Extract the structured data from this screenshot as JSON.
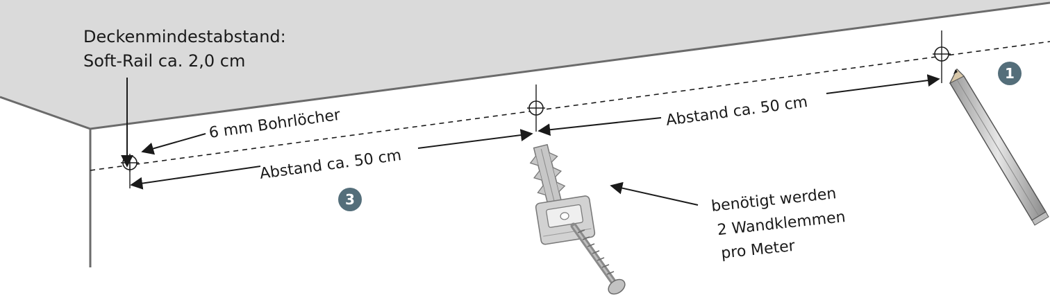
{
  "ceiling_note": {
    "line1": "Deckenmindestabstand:",
    "line2": "Soft-Rail ca. 2,0 cm"
  },
  "drill_holes": "6 mm Bohrlöcher",
  "spacing_left": "Abstand ca. 50 cm",
  "spacing_right": "Abstand ca. 50 cm",
  "clips_note": {
    "line1": "benötigt werden",
    "line2": "2 Wandklemmen",
    "line3": "pro Meter"
  },
  "steps": {
    "pencil_step": "1",
    "drill_step": "3"
  },
  "colors": {
    "ceiling": "#dadada",
    "edge": "#6b6b6b",
    "badge": "#546e7a",
    "ink": "#1a1a1a"
  },
  "icons": [
    "pencil-icon",
    "wall-anchor-icon",
    "wall-clip-icon",
    "screw-icon"
  ]
}
